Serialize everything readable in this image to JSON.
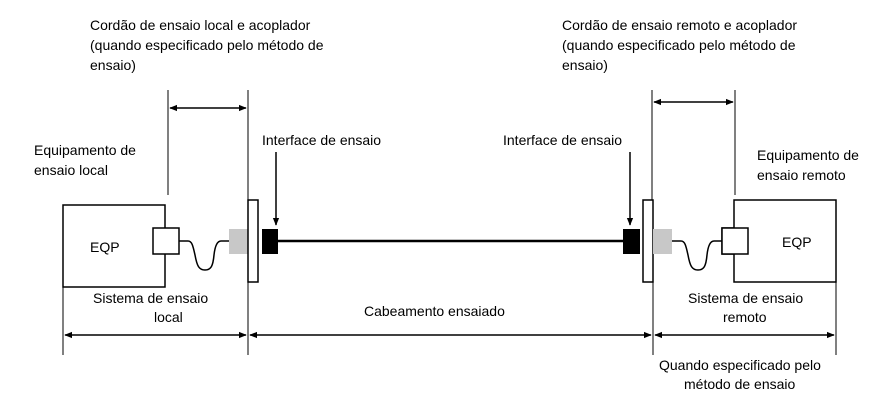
{
  "labels": {
    "local_cord_line1": "Cordão de ensaio local  e acoplador",
    "local_cord_line2": "(quando especificado pelo método de",
    "local_cord_line3": "ensaio)",
    "remote_cord_line1": "Cordão de ensaio remoto e acoplador",
    "remote_cord_line2": "(quando especificado pelo método de",
    "remote_cord_line3": "ensaio)",
    "local_equipment_line1": "Equipamento de",
    "local_equipment_line2": "ensaio local",
    "remote_equipment_line1": "Equipamento de",
    "remote_equipment_line2": "ensaio remoto",
    "test_interface_left": "Interface de ensaio",
    "test_interface_right": "Interface de ensaio",
    "eqp_left": "EQP",
    "eqp_right": "EQP",
    "local_system_line1": "Sistema de ensaio",
    "local_system_line2": "local",
    "tested_cabling": "Cabeamento ensaiado",
    "remote_system_line1": "Sistema de ensaio",
    "remote_system_line2": "remoto",
    "when_specified_line1": "Quando especificado pelo",
    "when_specified_line2": "método de ensaio"
  },
  "colors": {
    "line": "#000000",
    "coupler_gray": "#c8c8c8",
    "connector_black": "#000000",
    "background": "#ffffff"
  }
}
